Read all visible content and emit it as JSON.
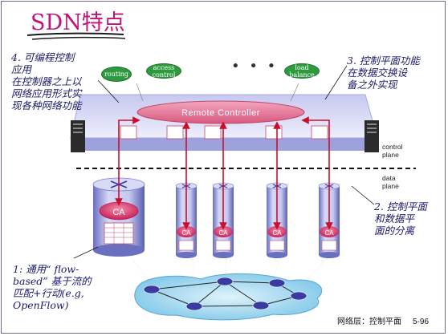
{
  "title": "SDN特点",
  "notes": {
    "programmable": "4. 可编程控制\n应用\n   在控制器之上以\n   网络应用形式实\n   现各种网络功能",
    "separate": "3. 控制平面功能\n在数据交换设\n备之外实现",
    "control_data": "2. 控制平面\n和数据平\n面的分离",
    "flow": "1: 通用“ flow-\nbased” 基于流的\n匹配+行动(e.g,\nOpenFlow)"
  },
  "apps": [
    {
      "label": "routing"
    },
    {
      "label": "access\ncontrol"
    },
    {
      "label": "load\nbalance"
    }
  ],
  "ellipsis": "• • •",
  "controller": {
    "label": "Remote Controller"
  },
  "planes": {
    "control": "control\nplane",
    "data": "data\nplane"
  },
  "ca_label": "CA",
  "footer": {
    "text": "网络层：控制平面",
    "page": "5-96"
  },
  "colors": {
    "title": "#c0127a",
    "note": "#1a1a6a",
    "app": "#2e9a3e",
    "controller": "#e87a9a",
    "arrow": "#c8102e",
    "ca": "#d0285a"
  }
}
